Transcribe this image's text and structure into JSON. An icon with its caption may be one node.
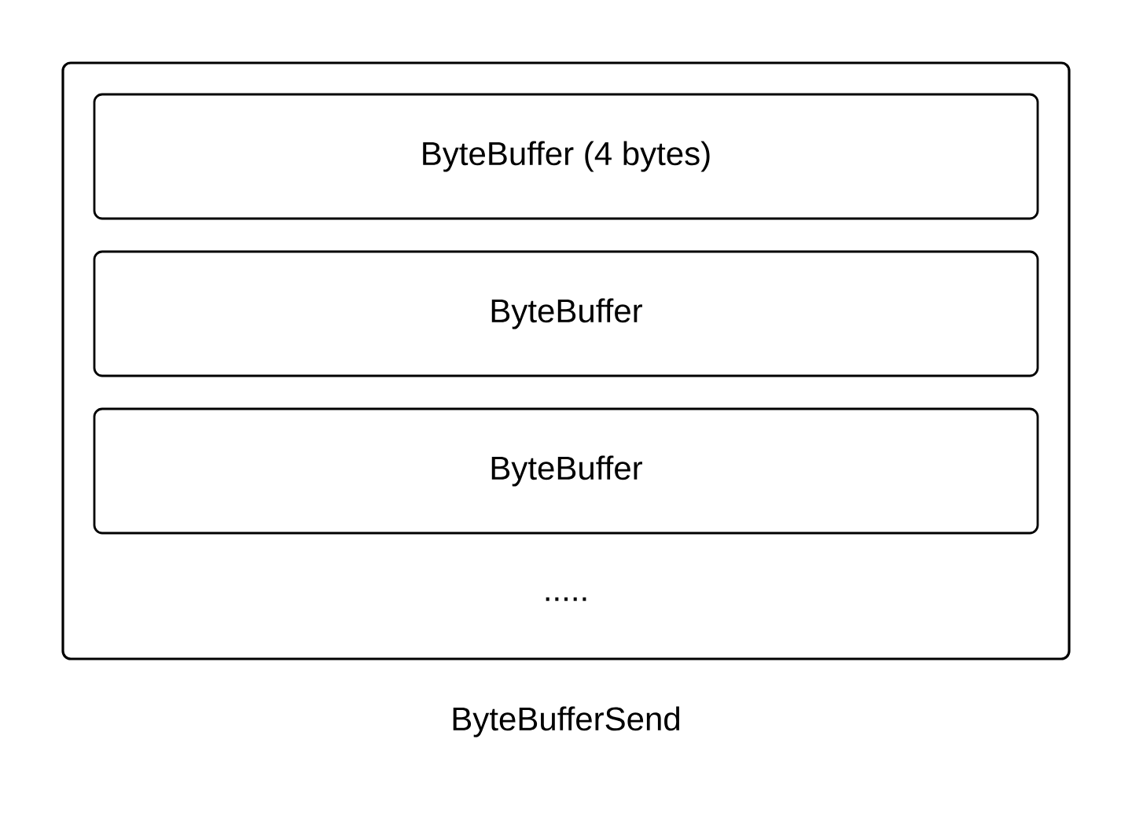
{
  "diagram": {
    "nodes": [
      {
        "text": [
          "ByteBufferSend"
        ]
      },
      {
        "text": [
          "ByteBuffer (4 bytes)"
        ],
        "in": 0
      },
      {
        "text": [
          "ByteBuffer"
        ],
        "in": 0
      },
      {
        "text": [
          "ByteBuffer"
        ],
        "in": 0
      }
    ],
    "labels": [
      "....."
    ]
  }
}
